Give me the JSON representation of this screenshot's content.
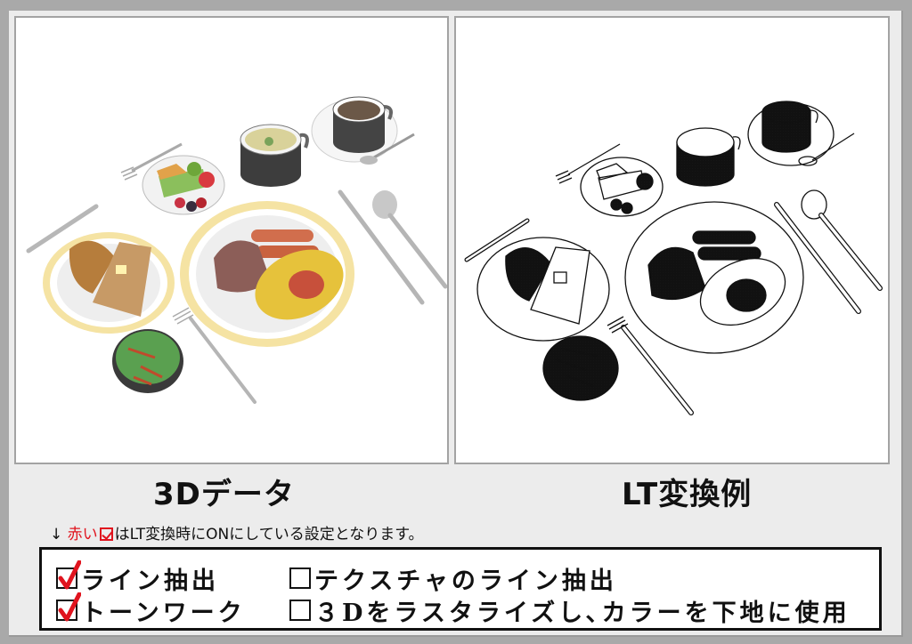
{
  "panels": {
    "left": {
      "label": "3Dデータ",
      "style": "3D rendered color breakfast set"
    },
    "right": {
      "label": "LT変換例",
      "style": "black-and-white line art with screentone"
    }
  },
  "note": {
    "arrow": "↓",
    "red_text": "赤い",
    "rest": "はLT変換時にONにしている設定となります。"
  },
  "settings": [
    {
      "label": "ライン抽出",
      "checked": true
    },
    {
      "label": "テクスチャのライン抽出",
      "checked": false
    },
    {
      "label": "トーンワーク",
      "checked": true
    },
    {
      "label": "３Dをラスタライズし､カラーを下地に使用",
      "checked": false
    }
  ],
  "colors": {
    "background": "#a9a9a9",
    "sheet": "#ececec",
    "accent_red": "#e0141e",
    "plate_rim": "#f2d98a"
  }
}
